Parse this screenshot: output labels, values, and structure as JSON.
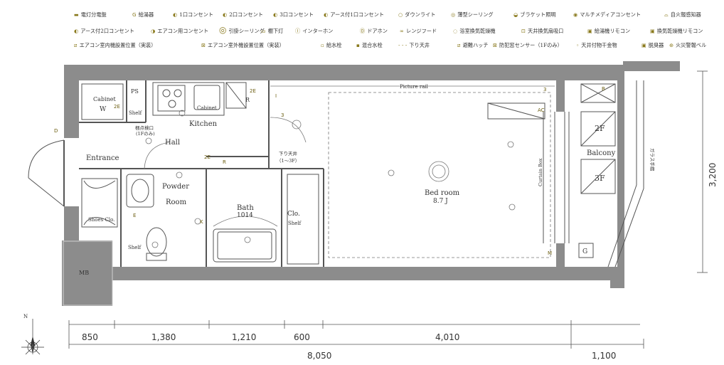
{
  "legend": [
    {
      "label": "電灯分電盤",
      "icon": "panel-board-icon"
    },
    {
      "label": "給湯器",
      "icon": "water-heater-icon",
      "glyph": "G"
    },
    {
      "label": "1口コンセント",
      "icon": "outlet-1-icon"
    },
    {
      "label": "2口コンセント",
      "icon": "outlet-2-icon"
    },
    {
      "label": "3口コンセント",
      "icon": "outlet-3-icon"
    },
    {
      "label": "アース付1口コンセント",
      "icon": "outlet-earth-1-icon"
    },
    {
      "label": "ダウンライト",
      "icon": "downlight-icon"
    },
    {
      "label": "薄型シーリング",
      "icon": "thin-ceiling-light-icon"
    },
    {
      "label": "ブラケット照明",
      "icon": "bracket-light-icon"
    },
    {
      "label": "マルチメディアコンセント",
      "icon": "multimedia-outlet-icon"
    },
    {
      "label": "自火報感知器",
      "icon": "fire-detector-icon"
    },
    {
      "label": "アース付2口コンセント",
      "icon": "outlet-earth-2-icon"
    },
    {
      "label": "エアコン用コンセント",
      "icon": "aircon-outlet-icon"
    },
    {
      "label": "引掛シーリング",
      "icon": "hook-ceiling-icon"
    },
    {
      "label": "棚下灯",
      "icon": "under-shelf-light-icon"
    },
    {
      "label": "インターホン",
      "icon": "intercom-icon"
    },
    {
      "label": "ドアホン",
      "icon": "doorphone-icon"
    },
    {
      "label": "レンジフード",
      "icon": "range-hood-icon"
    },
    {
      "label": "浴室換気乾燥機",
      "icon": "bath-dryer-icon"
    },
    {
      "label": "天井換気扇吸口",
      "icon": "ceiling-vent-icon"
    },
    {
      "label": "給湯機リモコン",
      "icon": "heater-remote-icon"
    },
    {
      "label": "換気乾燥機リモコン",
      "icon": "dryer-remote-icon"
    },
    {
      "label": "エアコン室内機設置位置（実装）",
      "icon": "aircon-indoor-icon"
    },
    {
      "label": "エアコン室外機設置位置（実装）",
      "icon": "aircon-outdoor-icon"
    },
    {
      "label": "給水栓",
      "icon": "water-tap-icon"
    },
    {
      "label": "混合水栓",
      "icon": "mixing-tap-icon"
    },
    {
      "label": "下り天井",
      "icon": "lowered-ceiling-icon"
    },
    {
      "label": "避難ハッチ",
      "icon": "escape-hatch-icon"
    },
    {
      "label": "防犯窓センサー（1Fのみ）",
      "icon": "window-sensor-icon"
    },
    {
      "label": "天井付物干金物",
      "icon": "drying-hanger-icon"
    },
    {
      "label": "脱臭器",
      "icon": "deodorizer-icon"
    },
    {
      "label": "火災警報ベル",
      "icon": "fire-bell-icon"
    }
  ],
  "rooms": {
    "cabinet_w": "Cabinet",
    "w": "W",
    "ps": "PS",
    "shelf_top": "Shelf",
    "cabinet_k": "Cabinet",
    "r": "R",
    "kitchen": "Kitchen",
    "inspect_1": "梱点検口",
    "inspect_2": "(1Fのみ)",
    "hall": "Hall",
    "entrance": "Entrance",
    "shoes": "Shoes Clo.",
    "powder_1": "Powder",
    "powder_2": "Room",
    "shelf_bottom": "Shelf",
    "bath_1": "Bath",
    "bath_2": "1014",
    "clo_1": "Clo.",
    "clo_2": "Shelf",
    "lower_1": "下り天井",
    "lower_2": "（1～3F）",
    "bedroom_1": "Bed room",
    "bedroom_2": "8.7 J",
    "picture_rail": "Picture rail",
    "curtain_box": "Curtain Box",
    "balcony": "Balcony",
    "floor_2f": "2F",
    "floor_3f": "3F",
    "g": "G",
    "mb": "MB",
    "glass_rail": "ガラス手摺"
  },
  "marks": {
    "e2_a": "2E",
    "e2_b": "2E",
    "e2_c": "2E",
    "e": "E",
    "k": "K",
    "r": "R",
    "i": "I",
    "ac": "AC",
    "m": "M",
    "b": "B",
    "d": "D",
    "three_a": "3",
    "three_b": "3"
  },
  "dimensions": {
    "top": [
      "850",
      "1,380",
      "1,210",
      "600",
      "4,010"
    ],
    "total": "8,050",
    "balcony": "1,100",
    "height": "3,200"
  },
  "compass": "N"
}
